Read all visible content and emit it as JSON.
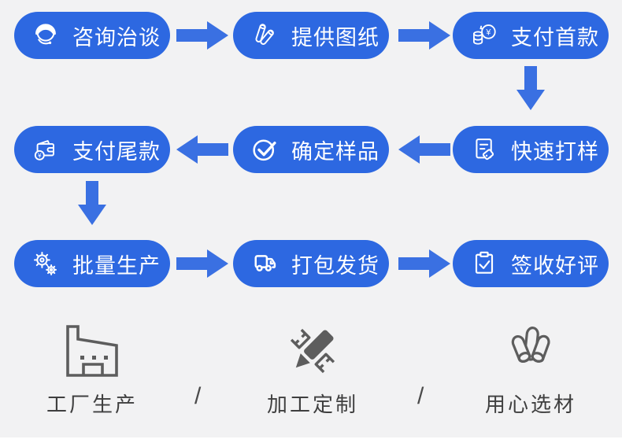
{
  "colors": {
    "background": "#f2f2f3",
    "pill": "#2d68e1",
    "arrow": "#3a70e2",
    "pill_text": "#ffffff",
    "feature_icon": "#5d5d5d",
    "feature_text": "#3f3f3f"
  },
  "flow": {
    "rows": [
      {
        "direction": "right",
        "steps": [
          {
            "label": "咨询治谈",
            "icon": "headset-agent-icon"
          },
          {
            "label": "提供图纸",
            "icon": "blueprint-rolls-icon"
          },
          {
            "label": "支付首款",
            "icon": "coins-yuan-icon"
          }
        ]
      },
      {
        "direction": "left",
        "steps": [
          {
            "label": "支付尾款",
            "icon": "wallet-yuan-icon"
          },
          {
            "label": "确定样品",
            "icon": "check-circle-icon"
          },
          {
            "label": "快速打样",
            "icon": "document-tag-icon"
          }
        ]
      },
      {
        "direction": "right",
        "steps": [
          {
            "label": "批量生产",
            "icon": "gears-icon"
          },
          {
            "label": "打包发货",
            "icon": "truck-icon"
          },
          {
            "label": "签收好评",
            "icon": "clipboard-check-icon"
          }
        ]
      }
    ],
    "connectors": [
      {
        "from": "支付首款",
        "to": "快速打样",
        "direction": "down"
      },
      {
        "from": "支付尾款",
        "to": "批量生产",
        "direction": "down"
      }
    ]
  },
  "features": {
    "separator": "/",
    "items": [
      {
        "label": "工厂生产",
        "icon": "factory-icon"
      },
      {
        "label": "加工定制",
        "icon": "pencil-ruler-icon"
      },
      {
        "label": "用心选材",
        "icon": "material-rolls-icon"
      }
    ]
  }
}
